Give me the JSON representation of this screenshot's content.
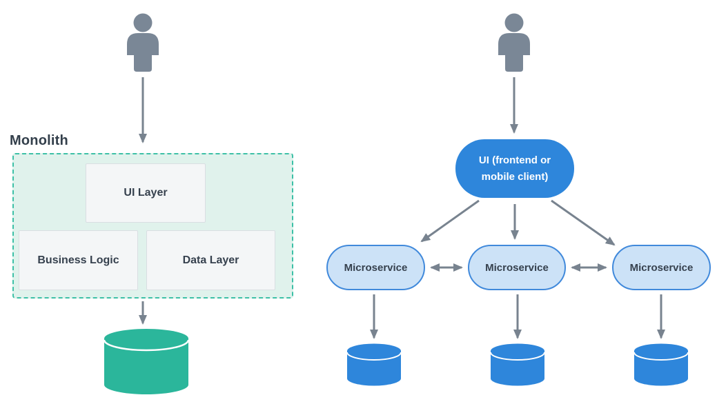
{
  "monolith": {
    "label": "Monolith",
    "layers": [
      {
        "label": "UI Layer"
      },
      {
        "label": "Business Logic"
      },
      {
        "label": "Data Layer"
      }
    ],
    "database_icon": "database-icon"
  },
  "microservices": {
    "ui_node": {
      "label": "UI (frontend or mobile client)"
    },
    "services": [
      {
        "label": "Microservice"
      },
      {
        "label": "Microservice"
      },
      {
        "label": "Microservice"
      }
    ],
    "database_icons": [
      "database-icon",
      "database-icon",
      "database-icon"
    ]
  },
  "icons": {
    "person": "person-icon",
    "database": "database-icon",
    "arrow": "arrow-connector"
  },
  "colors": {
    "teal_db": "#2BB69B",
    "mint_fill": "#E0F2EC",
    "teal_dashed_border": "#3CC0A6",
    "blue_node": "#2E86DB",
    "light_blue_fill": "#CCE2F7",
    "blue_border": "#4089DB",
    "blue_db": "#2E86DB",
    "arrow_gray": "#78838F",
    "person_gray": "#7A8796",
    "layer_fill": "#F4F6F7",
    "layer_border": "#D9DEE2",
    "text_dark": "#36414E"
  }
}
